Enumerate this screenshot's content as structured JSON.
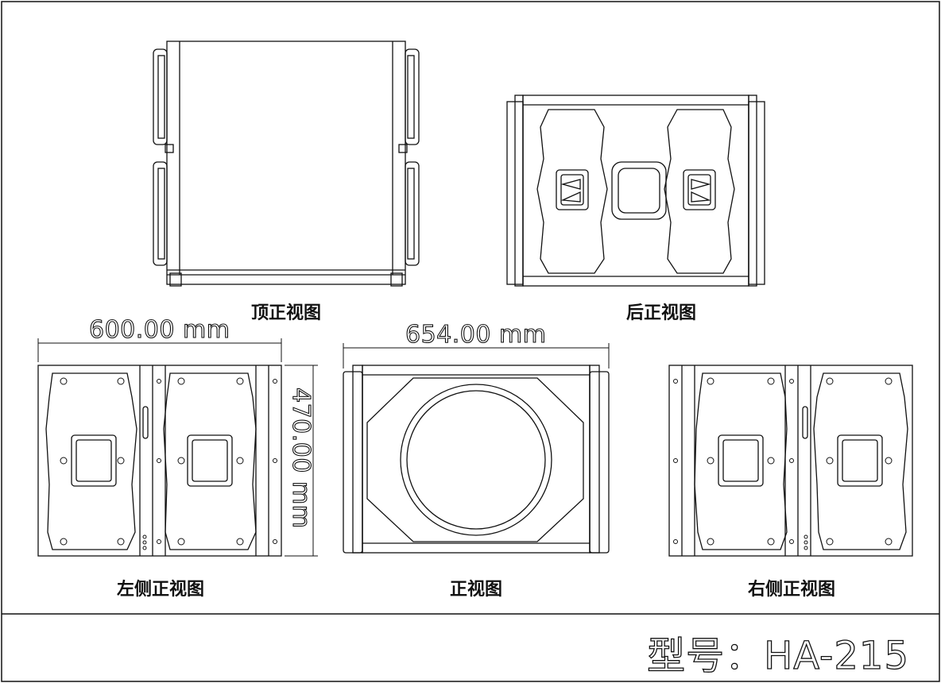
{
  "views": {
    "top": "顶正视图",
    "rear": "后正视图",
    "left_side": "左侧正视图",
    "front": "正视图",
    "right_side": "右侧正视图"
  },
  "dimensions": {
    "width": "600.00 mm",
    "depth": "654.00 mm",
    "height": "470.00 mm"
  },
  "title_block": {
    "model": "型号：HA-215"
  }
}
